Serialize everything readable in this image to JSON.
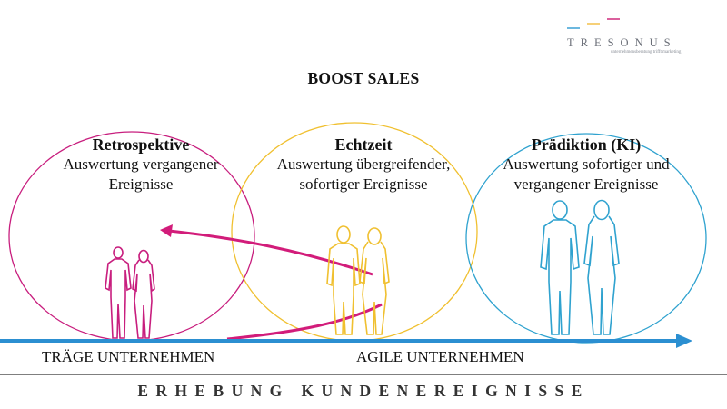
{
  "logo": {
    "name": "TRESONUS",
    "tagline": "unternehmensberatung trifft marketing",
    "bar_colors": [
      "#3aa0d4",
      "#f3c14b",
      "#cf2a7c"
    ]
  },
  "title": "BOOST SALES",
  "columns": [
    {
      "heading": "Retrospektive",
      "line1": "Auswertung vergangener",
      "line2": "Ereignisse",
      "color": "#c81e7e"
    },
    {
      "heading": "Echtzeit",
      "line1": "Auswertung übergreifender,",
      "line2": "sofortiger Ereignisse",
      "color": "#f0c030"
    },
    {
      "heading": "Prädiktion (KI)",
      "line1": "Auswertung sofortiger und",
      "line2": "vergangener Ereignisse",
      "color": "#2fa2cf"
    }
  ],
  "axis": {
    "left_label": "TRÄGE UNTERNEHMEN",
    "right_label": "AGILE UNTERNEHMEN",
    "color": "#2b8fd1"
  },
  "footer": "ERHEBUNG KUNDENEREIGNISSE"
}
